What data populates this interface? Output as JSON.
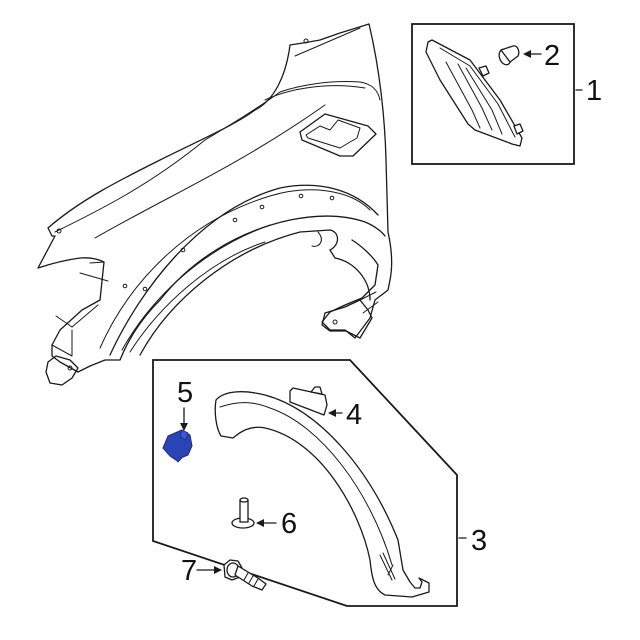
{
  "diagram": {
    "type": "exploded-parts-diagram",
    "subject": "Front fender assembly",
    "highlight_color": "#2b44b8",
    "line_color": "#1a1a1a",
    "background": "#ffffff"
  },
  "callouts": [
    {
      "id": "1",
      "label": "1",
      "target": "side-marker-lamp-assembly-group"
    },
    {
      "id": "2",
      "label": "2",
      "target": "bulb"
    },
    {
      "id": "3",
      "label": "3",
      "target": "wheel-opening-molding-group"
    },
    {
      "id": "4",
      "label": "4",
      "target": "retainer-plate"
    },
    {
      "id": "5",
      "label": "5",
      "target": "clip",
      "highlighted": true
    },
    {
      "id": "6",
      "label": "6",
      "target": "push-pin"
    },
    {
      "id": "7",
      "label": "7",
      "target": "screw"
    }
  ]
}
